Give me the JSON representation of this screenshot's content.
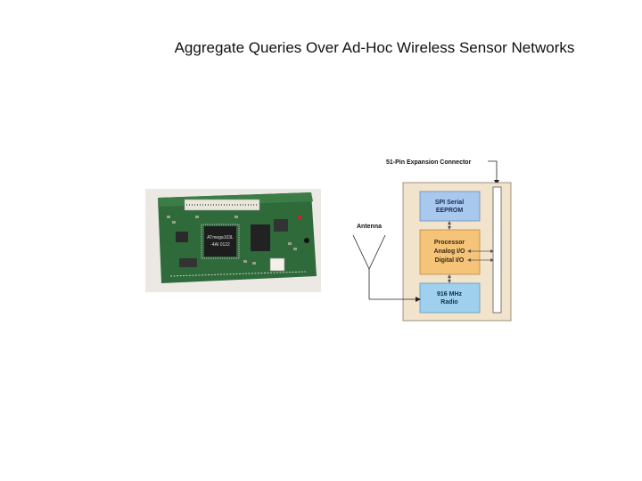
{
  "slide": {
    "title": "Aggregate Queries Over Ad-Hoc Wireless Sensor Networks"
  },
  "photo": {
    "chip_label_1": "ATmega103L",
    "chip_label_2": "-4AI 0122"
  },
  "diagram": {
    "connector_label": "51-Pin Expansion Connector",
    "antenna_label": "Antenna",
    "eeprom_line1": "SPI Serial",
    "eeprom_line2": "EEPROM",
    "processor_line1": "Processor",
    "processor_line2": "Analog I/O",
    "processor_line3": "Digital I/O",
    "radio_line1": "916 MHz",
    "radio_line2": "Radio",
    "colors": {
      "board": "#f2e3cc",
      "eeprom": "#a9c8ee",
      "processor": "#f6c479",
      "radio": "#9fd1ee",
      "pcb": "#2f6a3b"
    }
  }
}
